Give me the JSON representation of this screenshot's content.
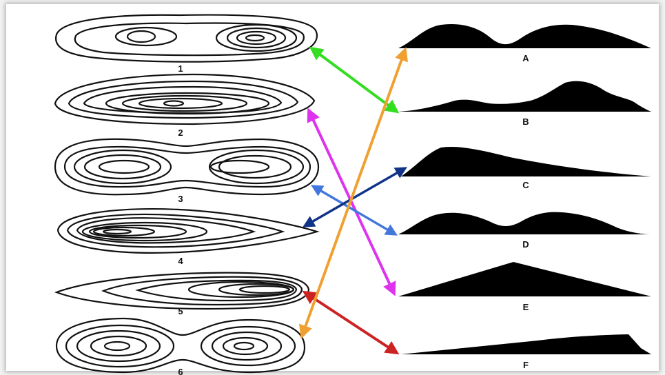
{
  "maps": [
    {
      "id": "map-1",
      "label": "1"
    },
    {
      "id": "map-2",
      "label": "2"
    },
    {
      "id": "map-3",
      "label": "3"
    },
    {
      "id": "map-4",
      "label": "4"
    },
    {
      "id": "map-5",
      "label": "5"
    },
    {
      "id": "map-6",
      "label": "6"
    }
  ],
  "profiles": [
    {
      "id": "profile-a",
      "label": "A"
    },
    {
      "id": "profile-b",
      "label": "B"
    },
    {
      "id": "profile-c",
      "label": "C"
    },
    {
      "id": "profile-d",
      "label": "D"
    },
    {
      "id": "profile-e",
      "label": "E"
    },
    {
      "id": "profile-f",
      "label": "F"
    }
  ],
  "connections": [
    {
      "map": "1",
      "profile": "B",
      "color": "#33dd22"
    },
    {
      "map": "2",
      "profile": "E",
      "color": "#dd33ee"
    },
    {
      "map": "3",
      "profile": "D",
      "color": "#4477dd"
    },
    {
      "map": "4",
      "profile": "C",
      "color": "#113388"
    },
    {
      "map": "5",
      "profile": "F",
      "color": "#cc2222"
    },
    {
      "map": "6",
      "profile": "A",
      "color": "#f0a030"
    }
  ]
}
